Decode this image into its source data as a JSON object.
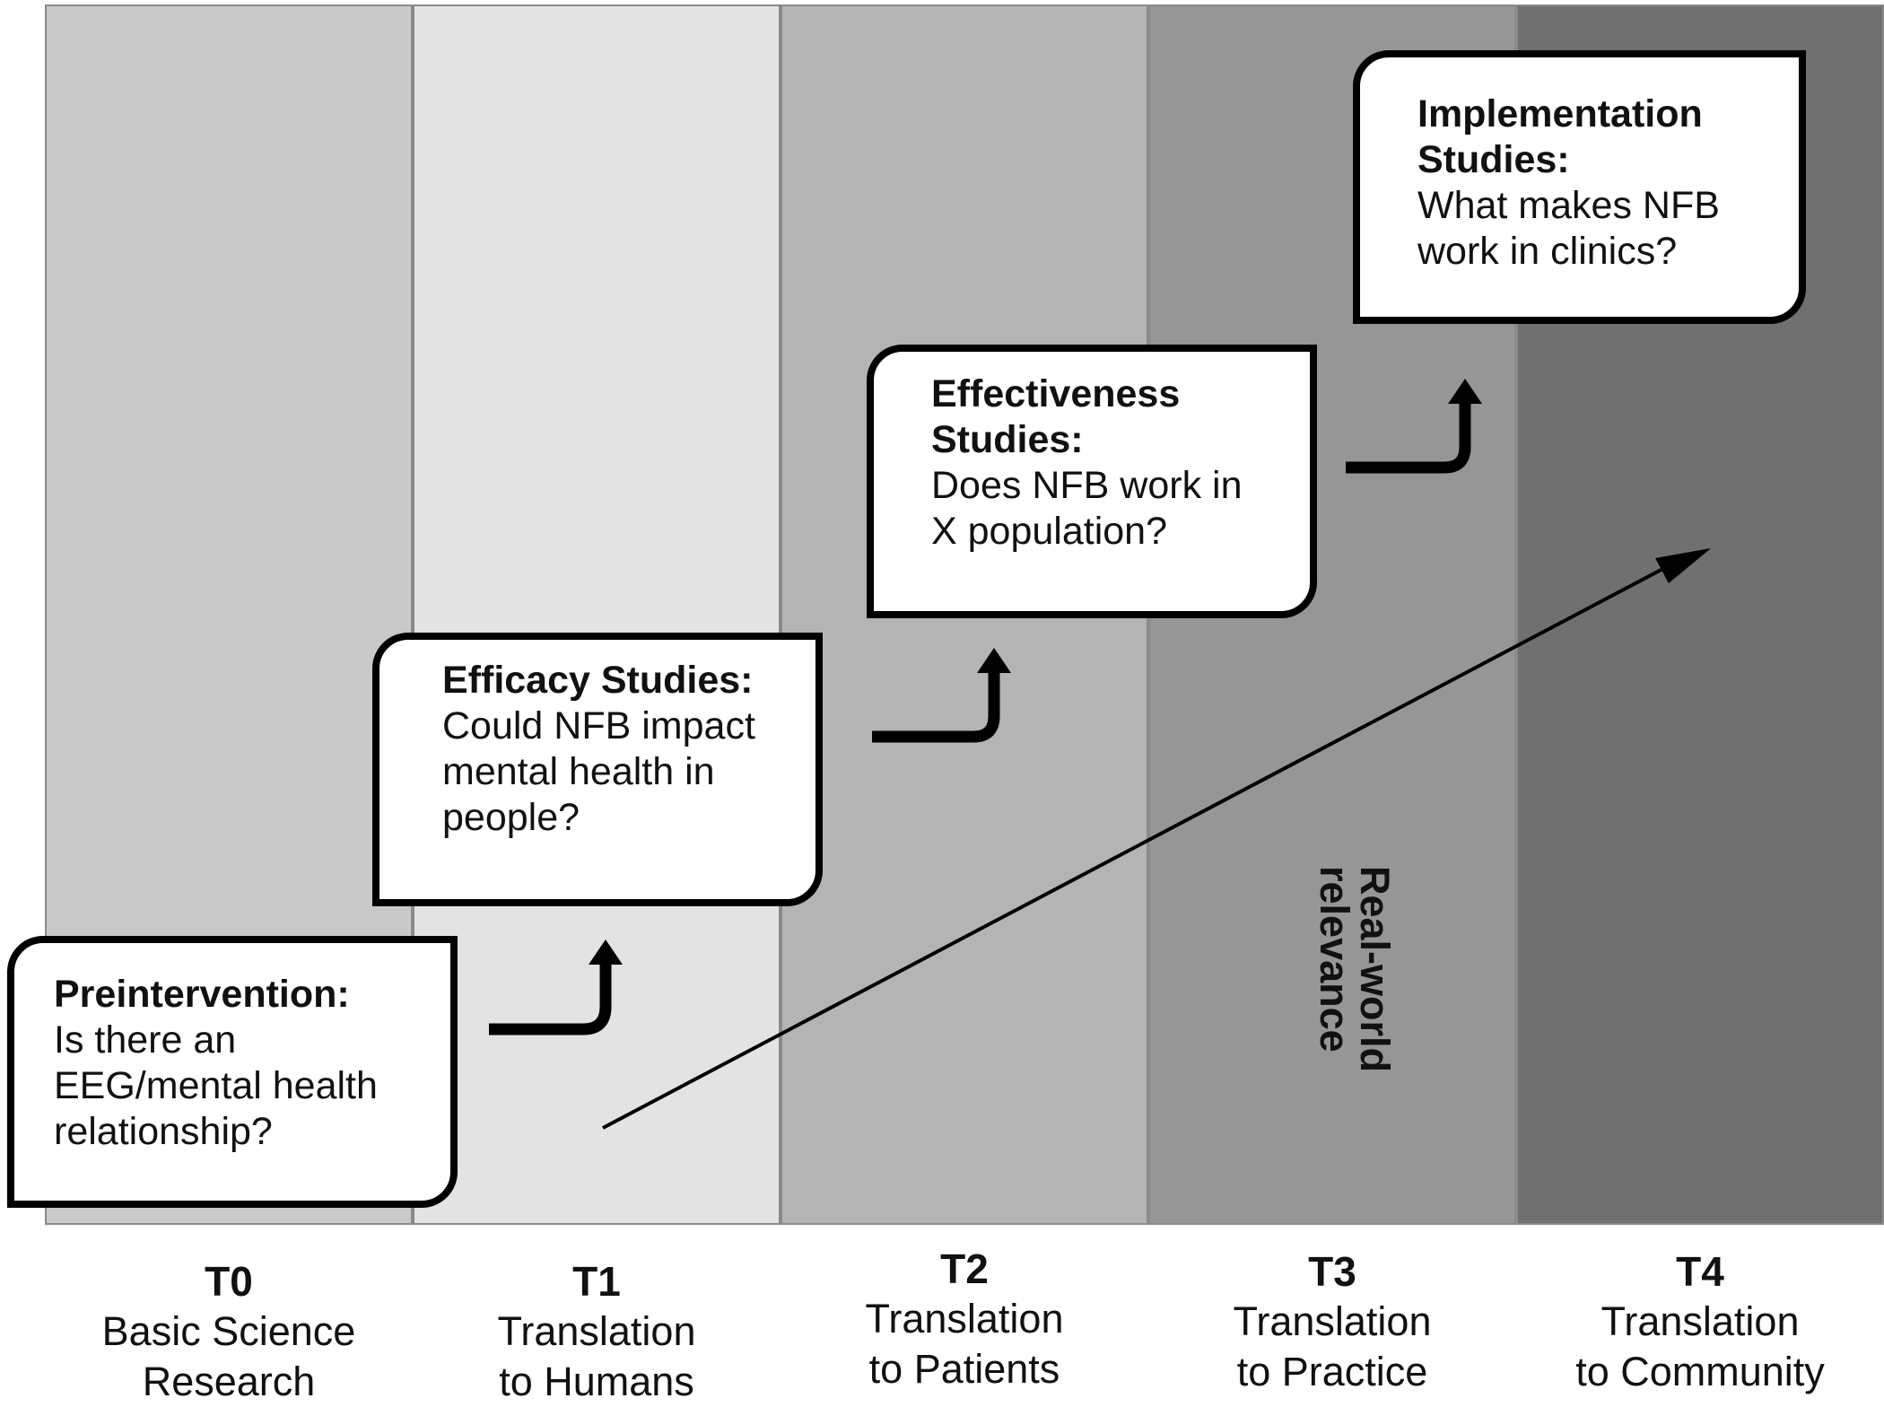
{
  "colors": {
    "col_t0": "#c9c9c9",
    "col_t1": "#e3e3e3",
    "col_t2": "#b4b4b4",
    "col_t3": "#969696",
    "col_t4": "#707070",
    "box_fill": "#ffffff",
    "border": "#000000"
  },
  "boxes": [
    {
      "title": "Preintervention:",
      "text": "Is there an\nEEG/mental health\nrelationship?"
    },
    {
      "title": "Efficacy Studies:",
      "text": "Could NFB impact\nmental health in\npeople?"
    },
    {
      "title": "Effectiveness\nStudies:",
      "text": "Does NFB work in\nX population?"
    },
    {
      "title": "Implementation\nStudies:",
      "text": "What makes NFB\nwork in clinics?"
    }
  ],
  "relevance_label": {
    "line1": "Real-world",
    "line2": "relevance"
  },
  "stages": [
    {
      "code": "T0",
      "name": "Basic Science\nResearch"
    },
    {
      "code": "T1",
      "name": "Translation\nto Humans"
    },
    {
      "code": "T2",
      "name": "Translation\nto Patients"
    },
    {
      "code": "T3",
      "name": "Translation\nto Practice"
    },
    {
      "code": "T4",
      "name": "Translation\nto Community"
    }
  ]
}
